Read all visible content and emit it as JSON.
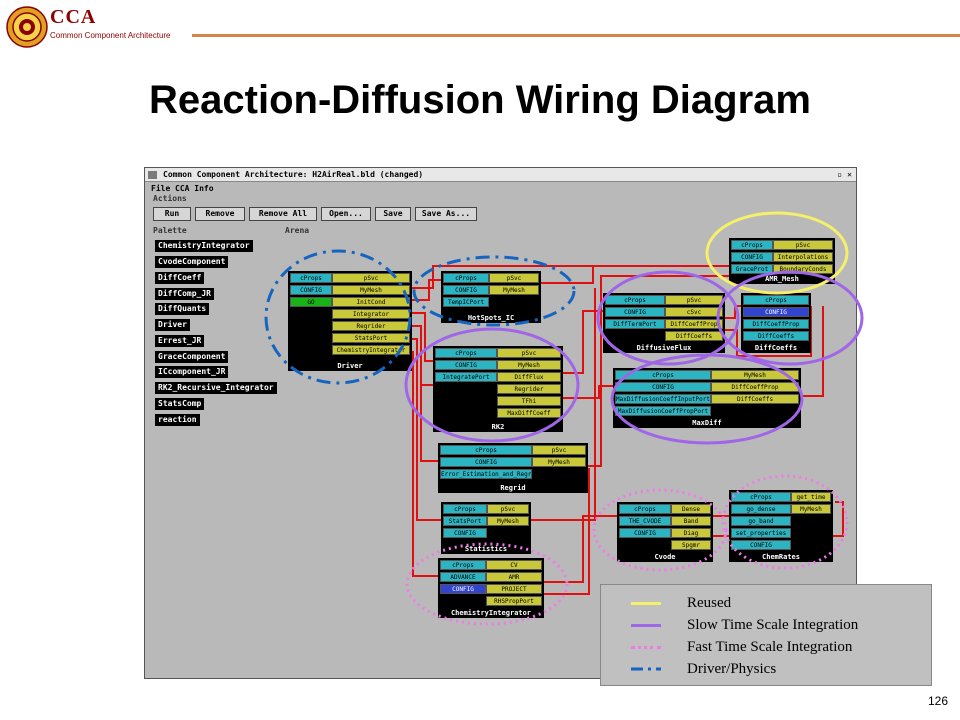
{
  "header": {
    "logo_text": "CCA",
    "logo_subtitle": "Common Component Architecture",
    "title": "Reaction-Diffusion Wiring Diagram",
    "page_number": "126"
  },
  "window": {
    "title": "Common Component Architecture: H2AirReal.bld (changed)",
    "menu": [
      "File",
      "CCA Info"
    ],
    "actions_label": "Actions",
    "buttons": [
      "Run",
      "Remove",
      "Remove All",
      "Open...",
      "Save",
      "Save As..."
    ],
    "palette_label": "Palette",
    "arena_label": "Arena",
    "palette": [
      "ChemistryIntegrator",
      "CvodeComponent",
      "DiffCoeff",
      "DiffComp_JR",
      "DiffQuants",
      "Driver",
      "Errest_JR",
      "GraceComponent",
      "ICcomponent_JR",
      "RK2_Recursive_Integrator",
      "StatsComp",
      "reaction"
    ]
  },
  "components": [
    {
      "name": "Driver",
      "left_ports": [
        {
          "t": "cProps",
          "c": "cyan"
        },
        {
          "t": "CONFIG",
          "c": "cyan"
        },
        {
          "t": "GO",
          "c": "green"
        }
      ],
      "right_ports": [
        {
          "t": "pSvc",
          "c": "olive"
        },
        {
          "t": "MyMesh",
          "c": "olive"
        },
        {
          "t": "InitCond",
          "c": "olive"
        },
        {
          "t": "Integrator",
          "c": "olive"
        },
        {
          "t": "Regrider",
          "c": "olive"
        },
        {
          "t": "StatsPort",
          "c": "olive"
        },
        {
          "t": "ChemistryIntegrator",
          "c": "olive"
        }
      ]
    },
    {
      "name": "HotSpots_IC",
      "left_ports": [
        {
          "t": "cProps",
          "c": "cyan"
        },
        {
          "t": "CONFIG",
          "c": "cyan"
        },
        {
          "t": "TempICPort",
          "c": "cyan"
        }
      ],
      "right_ports": [
        {
          "t": "pSvc",
          "c": "olive"
        },
        {
          "t": "MyMesh",
          "c": "olive"
        }
      ]
    },
    {
      "name": "AMR_Mesh",
      "left_ports": [
        {
          "t": "cProps",
          "c": "cyan"
        },
        {
          "t": "CONFIG",
          "c": "cyan"
        },
        {
          "t": "GraceProt",
          "c": "cyan"
        }
      ],
      "right_ports": [
        {
          "t": "pSvc",
          "c": "olive"
        },
        {
          "t": "Interpolations",
          "c": "olive"
        },
        {
          "t": "BoundaryConds",
          "c": "olive"
        }
      ]
    },
    {
      "name": "DiffusiveFlux",
      "left_ports": [
        {
          "t": "cProps",
          "c": "cyan"
        },
        {
          "t": "CONFIG",
          "c": "cyan"
        },
        {
          "t": "DiffTermPort",
          "c": "cyan"
        }
      ],
      "right_ports": [
        {
          "t": "pSvc",
          "c": "olive"
        },
        {
          "t": "cSvc",
          "c": "olive"
        },
        {
          "t": "DiffCoeffProp",
          "c": "olive"
        },
        {
          "t": "DiffCoeffs",
          "c": "olive"
        }
      ]
    },
    {
      "name": "DiffCoeffs",
      "left_ports": [
        {
          "t": "cProps",
          "c": "cyan"
        },
        {
          "t": "CONFIG",
          "c": "blue"
        },
        {
          "t": "DiffCoeffProp",
          "c": "cyan"
        },
        {
          "t": "DiffCoeffs",
          "c": "cyan"
        }
      ],
      "right_ports": []
    },
    {
      "name": "RK2",
      "left_ports": [
        {
          "t": "cProps",
          "c": "cyan"
        },
        {
          "t": "CONFIG",
          "c": "cyan"
        },
        {
          "t": "IntegratePort",
          "c": "cyan"
        }
      ],
      "right_ports": [
        {
          "t": "pSvc",
          "c": "olive"
        },
        {
          "t": "MyMesh",
          "c": "olive"
        },
        {
          "t": "DiffFlux",
          "c": "olive"
        },
        {
          "t": "Regrider",
          "c": "olive"
        },
        {
          "t": "TFhi",
          "c": "olive"
        },
        {
          "t": "MaxDiffCoeff",
          "c": "olive"
        }
      ]
    },
    {
      "name": "MaxDiff",
      "left_ports": [
        {
          "t": "cProps",
          "c": "cyan"
        },
        {
          "t": "CONFIG",
          "c": "cyan"
        },
        {
          "t": "MaxDiffusionCoeffInputPort",
          "c": "cyan"
        },
        {
          "t": "MaxDiffusionCoeffPropPort",
          "c": "cyan"
        }
      ],
      "right_ports": [
        {
          "t": "MyMesh",
          "c": "olive"
        },
        {
          "t": "DiffCoeffProp",
          "c": "olive"
        },
        {
          "t": "DiffCoeffs",
          "c": "olive"
        }
      ]
    },
    {
      "name": "Regrid",
      "left_ports": [
        {
          "t": "cProps",
          "c": "cyan"
        },
        {
          "t": "CONFIG",
          "c": "cyan"
        },
        {
          "t": "Error_Estimation_and_Regrid",
          "c": "cyan"
        }
      ],
      "right_ports": [
        {
          "t": "pSvc",
          "c": "olive"
        },
        {
          "t": "MyMesh",
          "c": "olive"
        }
      ]
    },
    {
      "name": "Statistics",
      "left_ports": [
        {
          "t": "cProps",
          "c": "cyan"
        },
        {
          "t": "StatsPort",
          "c": "cyan"
        },
        {
          "t": "CONFIG",
          "c": "cyan"
        }
      ],
      "right_ports": [
        {
          "t": "pSvc",
          "c": "olive"
        },
        {
          "t": "MyMesh",
          "c": "olive"
        }
      ]
    },
    {
      "name": "Cvode",
      "left_ports": [
        {
          "t": "cProps",
          "c": "cyan"
        },
        {
          "t": "THE_CVODE",
          "c": "cyan"
        },
        {
          "t": "CONFIG",
          "c": "cyan"
        }
      ],
      "right_ports": [
        {
          "t": "Dense",
          "c": "olive"
        },
        {
          "t": "Band",
          "c": "olive"
        },
        {
          "t": "Diag",
          "c": "olive"
        },
        {
          "t": "Spgmr",
          "c": "olive"
        }
      ]
    },
    {
      "name": "ChemRates",
      "left_ports": [
        {
          "t": "cProps",
          "c": "cyan"
        },
        {
          "t": "go_dense",
          "c": "cyan"
        },
        {
          "t": "go_band",
          "c": "cyan"
        },
        {
          "t": "set_properties",
          "c": "cyan"
        },
        {
          "t": "CONFIG",
          "c": "cyan"
        }
      ],
      "right_ports": [
        {
          "t": "get_time",
          "c": "olive"
        },
        {
          "t": "MyMesh",
          "c": "olive"
        }
      ]
    },
    {
      "name": "ChemistryIntegrator",
      "left_ports": [
        {
          "t": "cProps",
          "c": "cyan"
        },
        {
          "t": "ADVANCE",
          "c": "cyan"
        },
        {
          "t": "CONFIG",
          "c": "blue"
        }
      ],
      "right_ports": [
        {
          "t": "CV",
          "c": "olive"
        },
        {
          "t": "AMR",
          "c": "olive"
        },
        {
          "t": "PROJECT",
          "c": "olive"
        },
        {
          "t": "RHSPropPort",
          "c": "olive"
        }
      ]
    }
  ],
  "legend": {
    "items": [
      {
        "label": "Reused",
        "color": "#f5f06a",
        "style": "solid"
      },
      {
        "label": "Slow Time Scale Integration",
        "color": "#a066e8",
        "style": "solid"
      },
      {
        "label": "Fast Time Scale Integration",
        "color": "#f07ae8",
        "style": "dotted"
      },
      {
        "label": "Driver/Physics",
        "color": "#1565c0",
        "style": "dashdot"
      }
    ]
  },
  "colors": {
    "wire": "#e01010",
    "reused": "#f5f06a",
    "slow": "#a066e8",
    "fast": "#f07ae8",
    "driver": "#1565c0"
  }
}
